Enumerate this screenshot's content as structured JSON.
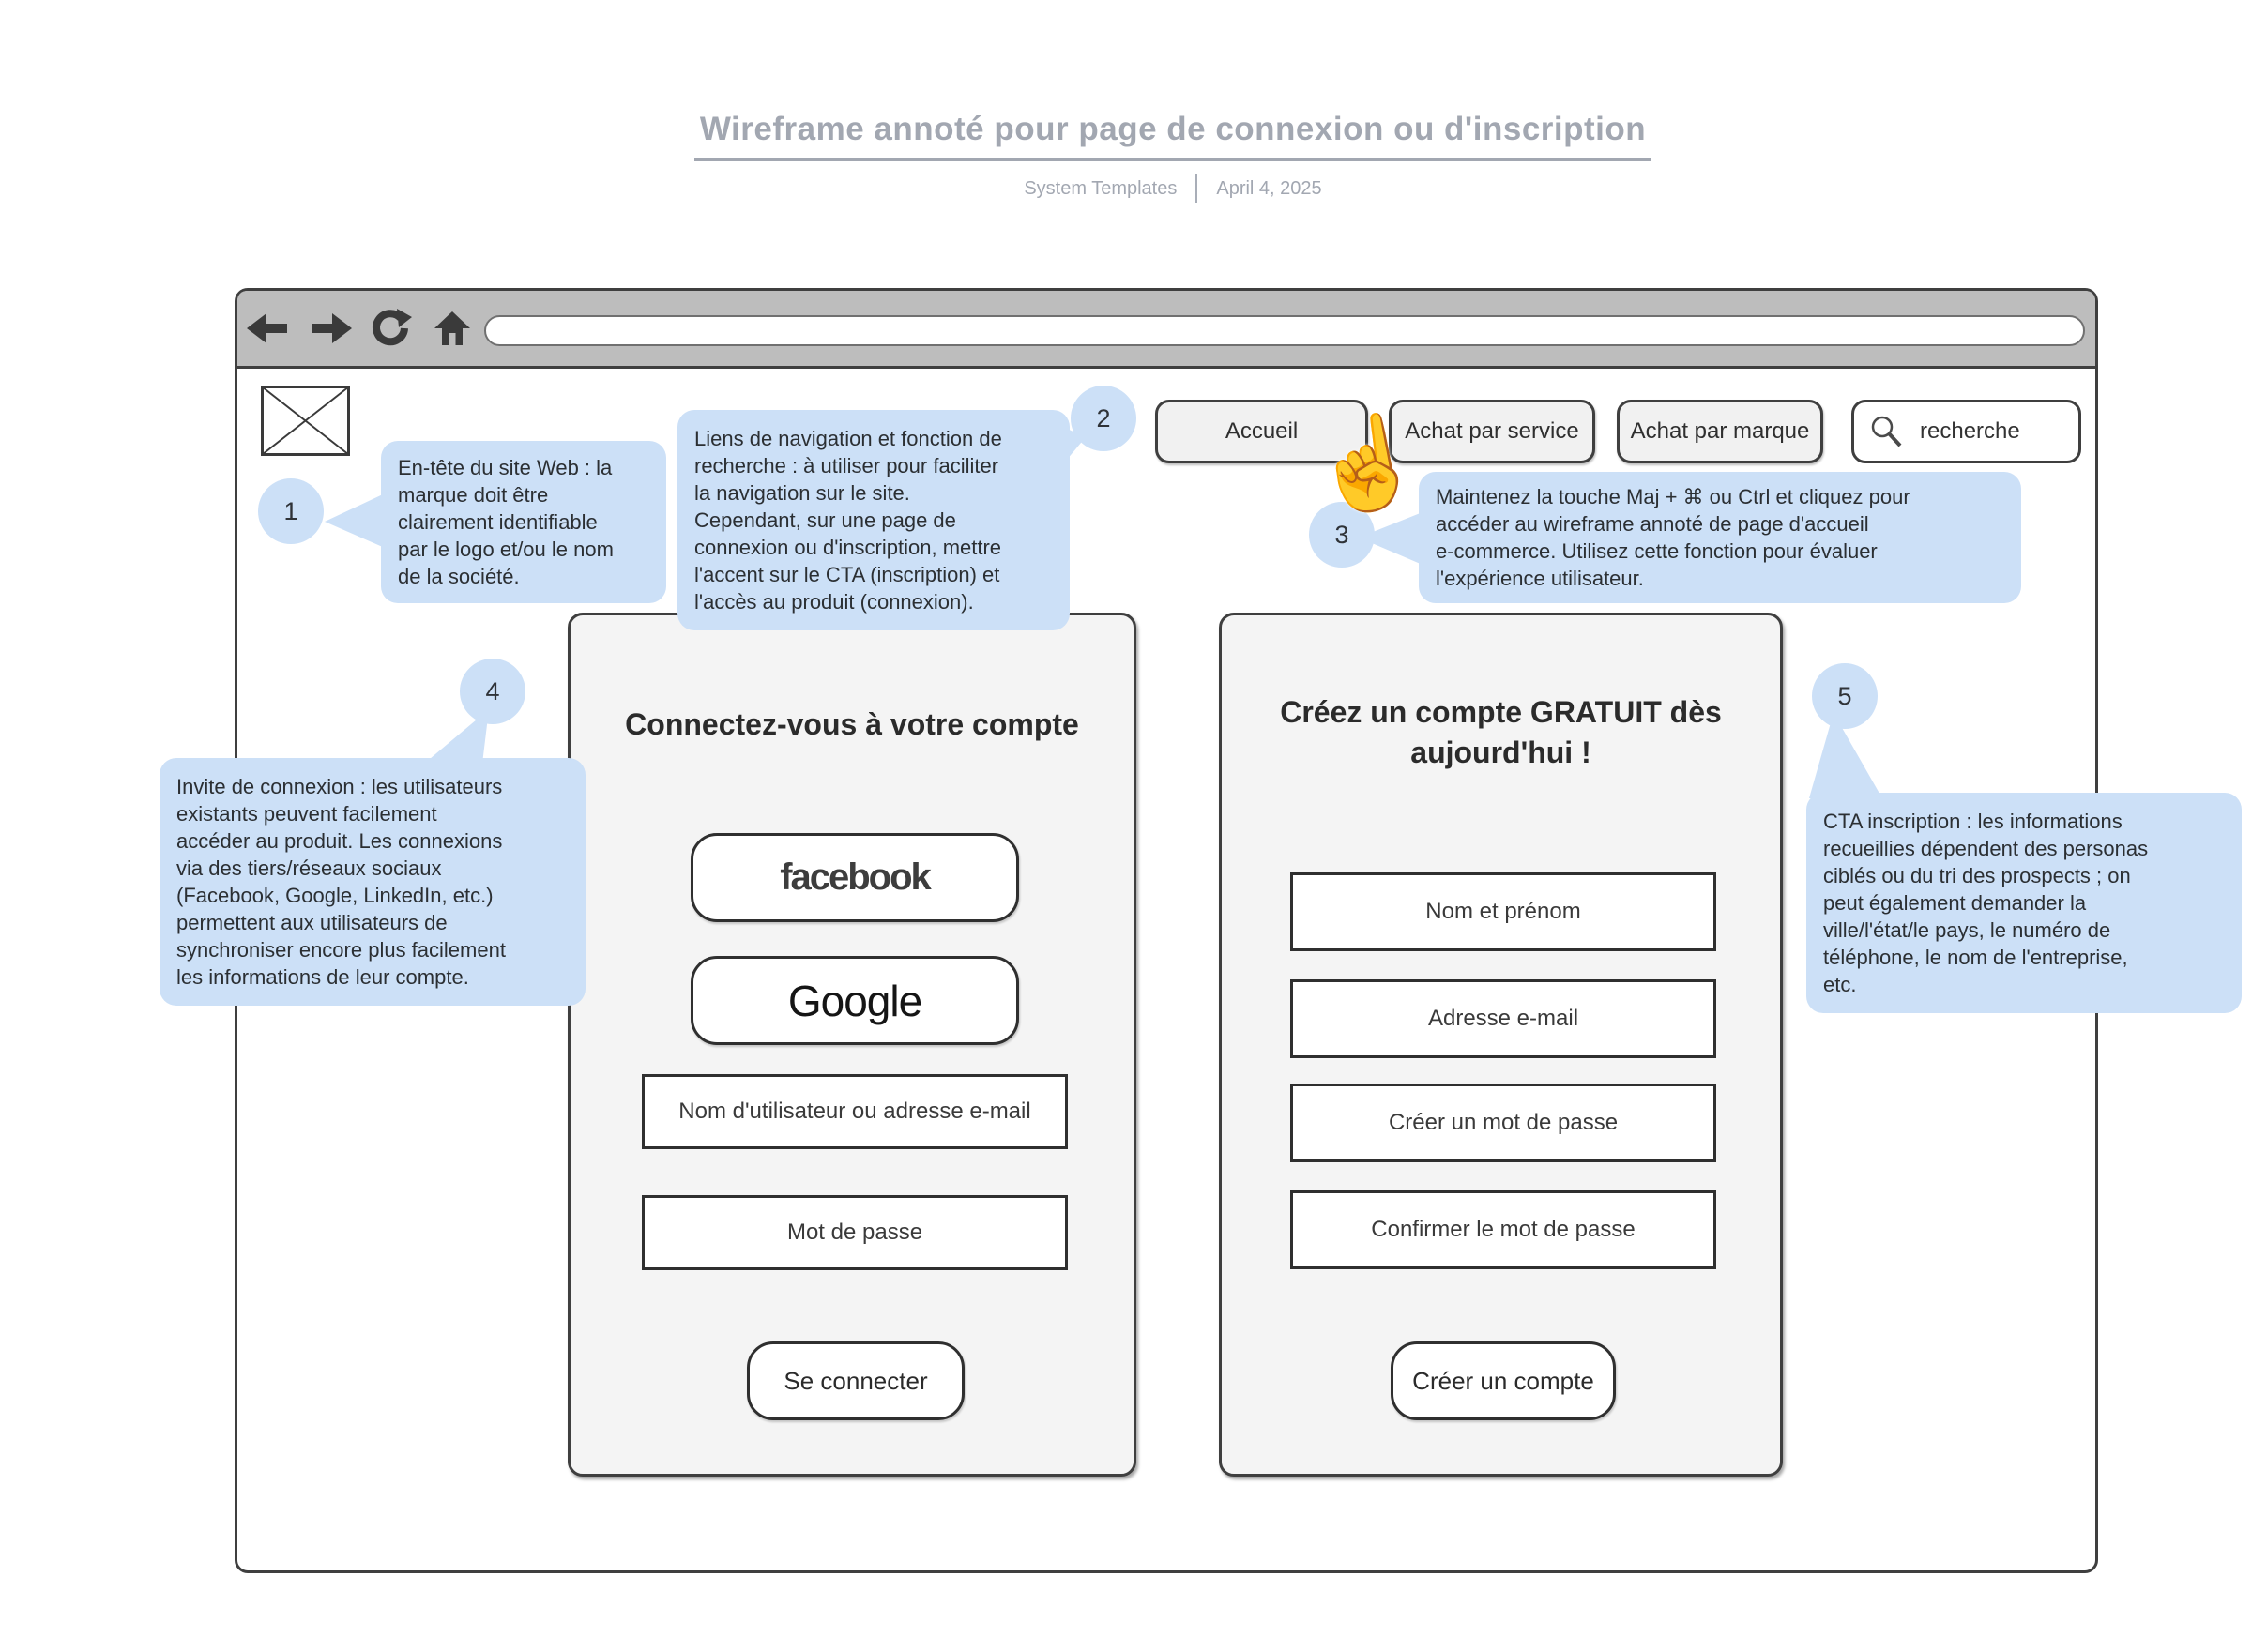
{
  "header": {
    "title": "Wireframe annoté pour page de connexion ou d'inscription",
    "brand": "System Templates",
    "date": "April 4, 2025"
  },
  "browser": {
    "url_value": ""
  },
  "nav": {
    "items": [
      "Accueil",
      "Achat par service",
      "Achat par marque"
    ],
    "search_placeholder": "recherche"
  },
  "annotations": [
    {
      "number": "1",
      "text": "En-tête du site Web : la\nmarque doit être\nclairement identifiable\npar le logo et/ou le nom\nde la société."
    },
    {
      "number": "2",
      "text": "Liens de navigation et fonction de\nrecherche : à utiliser pour faciliter\nla navigation sur le site.\nCependant, sur une page de\nconnexion ou d'inscription, mettre\nl'accent sur le CTA (inscription) et\nl'accès au produit (connexion)."
    },
    {
      "number": "3",
      "text": "Maintenez la touche Maj + ⌘ ou Ctrl et cliquez pour\naccéder au wireframe annoté de page d'accueil\ne-commerce. Utilisez cette fonction pour évaluer\nl'expérience utilisateur."
    },
    {
      "number": "4",
      "text": "Invite de connexion : les utilisateurs\nexistants peuvent facilement\naccéder au produit. Les connexions\nvia des tiers/réseaux sociaux\n(Facebook, Google, LinkedIn, etc.)\npermettent aux utilisateurs de\nsynchroniser encore plus facilement\nles informations de leur compte."
    },
    {
      "number": "5",
      "text": "CTA inscription : les informations\nrecueillies dépendent des personas\nciblés ou du tri des prospects ; on\npeut également demander la\nville/l'état/le pays, le numéro de\ntéléphone, le nom de l'entreprise,\netc."
    }
  ],
  "login": {
    "title": "Connectez-vous à votre compte",
    "social": [
      "facebook",
      "Google"
    ],
    "fields": [
      "Nom d'utilisateur ou adresse e-mail",
      "Mot de passe"
    ],
    "submit": "Se connecter"
  },
  "signup": {
    "title": "Créez un compte GRATUIT dès\naujourd'hui !",
    "fields": [
      "Nom et prénom",
      "Adresse e-mail",
      "Créer un mot de passe",
      "Confirmer le mot de passe"
    ],
    "submit": "Créer un compte"
  },
  "colors": {
    "annotation_blue": "#cce0f7",
    "toolbar_gray": "#bdbdbd",
    "outline_dark": "#3f3f3f",
    "title_gray": "#a2a7b1",
    "card_bg": "#f4f4f4"
  }
}
